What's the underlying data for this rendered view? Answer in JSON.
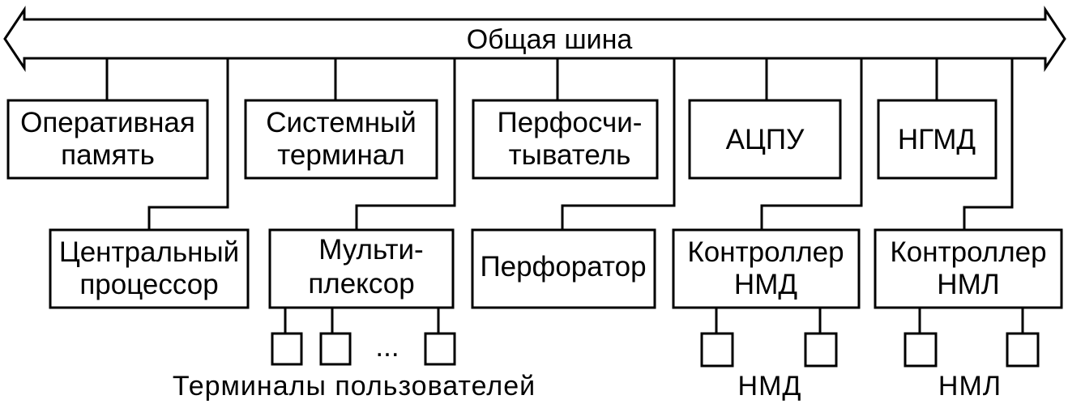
{
  "bus": {
    "label": "Общая шина"
  },
  "blocks": {
    "ram": {
      "line1": "Оперативная",
      "line2": "память"
    },
    "sys_terminal": {
      "line1": "Системный",
      "line2": "терминал"
    },
    "card_reader": {
      "line1": "Перфосчи-",
      "line2": "тыватель"
    },
    "printer": {
      "line1": "АЦПУ"
    },
    "floppy": {
      "line1": "НГМД"
    },
    "cpu": {
      "line1": "Центральный",
      "line2": "процессор"
    },
    "mux": {
      "line1": "Мульти-",
      "line2": "плексор"
    },
    "puncher": {
      "line1": "Перфоратор"
    },
    "disk_ctrl": {
      "line1": "Контроллер",
      "line2": "НМД"
    },
    "tape_ctrl": {
      "line1": "Контроллер",
      "line2": "НМЛ"
    }
  },
  "captions": {
    "user_terminals": "Терминалы пользователей",
    "disk_drives": "НМД",
    "tape_drives": "НМЛ",
    "ellipsis": "..."
  },
  "colors": {
    "ink": "#000000",
    "paper": "#ffffff"
  }
}
